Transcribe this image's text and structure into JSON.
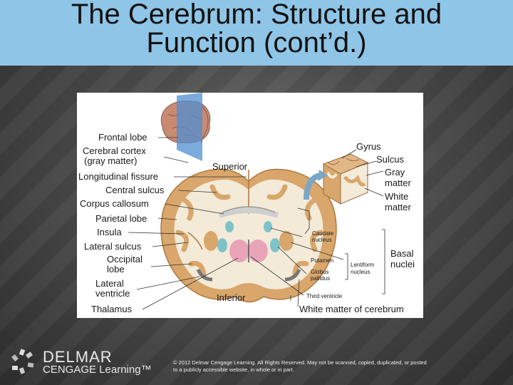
{
  "slide": {
    "title_line1": "The Cerebrum: Structure and",
    "title_line2": "Function (cont’d.)"
  },
  "figure": {
    "labels_left": {
      "frontal_lobe": "Frontal lobe",
      "cerebral_cortex_1": "Cerebral cortex",
      "cerebral_cortex_2": "(gray matter)",
      "longitudinal_fissure": "Longitudinal fissure",
      "central_sulcus": "Central sulcus",
      "corpus_callosum": "Corpus callosum",
      "parietal_lobe": "Parietal lobe",
      "insula": "Insula",
      "lateral_sulcus": "Lateral sulcus",
      "occipital_1": "Occipital",
      "occipital_2": "lobe",
      "lateral_ventricle_1": "Lateral",
      "lateral_ventricle_2": "ventricle",
      "thalamus": "Thalamus"
    },
    "labels_center": {
      "superior": "Superior",
      "inferior": "Inferior"
    },
    "labels_right": {
      "gyrus": "Gyrus",
      "sulcus": "Sulcus",
      "gray_matter_1": "Gray",
      "gray_matter_2": "matter",
      "white_matter_1": "White",
      "white_matter_2": "matter",
      "caudate_1": "Caudate",
      "caudate_2": "nucleus",
      "putamen": "Putamen",
      "globus_1": "Globus",
      "globus_2": "pallidus",
      "lentiform_1": "Lentiform",
      "lentiform_2": "nucleus",
      "basal_1": "Basal",
      "basal_2": "nuclei",
      "third_ventricle": "Third ventricle",
      "white_matter_cerebrum": "White matter of cerebrum"
    },
    "colors": {
      "gray_matter": "#d9a66b",
      "white_matter": "#f3ead8",
      "brain_lateral": "#c98a72",
      "plane": "#4f8fd1",
      "nuclei": "#7ec3c9",
      "thalamus": "#e9a4b8"
    }
  },
  "footer": {
    "logo_word1": "DELMAR",
    "logo_word2": "CENGAGE Learning™",
    "copyright_line1": "© 2012 Delmar Cengage Learning. All Rights Reserved. May not be scanned, copied, duplicated, or posted",
    "copyright_line2": "to a publicly accessible website, in whole or in part."
  }
}
